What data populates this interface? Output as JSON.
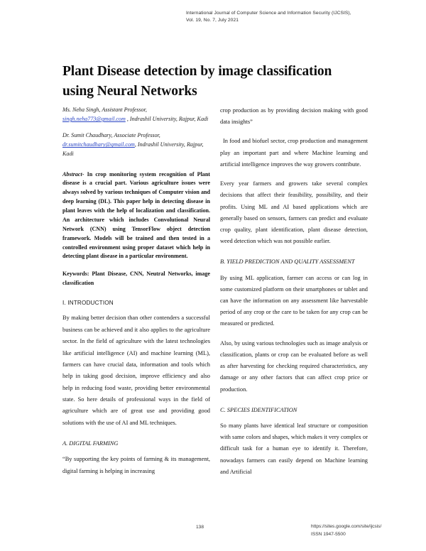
{
  "header": {
    "line1": "International Journal of Computer Science and Information Security (IJCSIS),",
    "line2": "Vol. 19, No. 7, July 2021"
  },
  "title": "Plant Disease detection by image classification using Neural Networks",
  "authors": {
    "author1": {
      "name_role": "Ms. Neha Singh, Assistant Professor,",
      "email": "singh.neha773@gmail.com",
      "affiliation_tail": " , Indrashil University, Rajpur, Kadi"
    },
    "author2": {
      "name_role": "Dr. Sumit Chaudhary, Associate Professor,",
      "email": "dr.sumitchaudhary@gmail.com",
      "affiliation_tail": ", Indrashil University, Rajpur, Kadi"
    }
  },
  "abstract": {
    "label": "Abstract",
    "dash": "- ",
    "text": "In crop monitoring system recognition of Plant disease is a crucial part. Various agriculture issues were always solved by various techniques of Computer vision and deep learning (DL). This paper help in detecting disease in plant leaves with the help of localization and classification. An architecture which includes Convolutional Neural Network (CNN) using TensorFlow object detection framework. Models will be trained and then tested in a controlled environment using proper dataset which help in detecting plant disease in a particular environment."
  },
  "keywords": {
    "text": "Keywords: Plant Disease, CNN, Neutral Networks, image classification"
  },
  "sections": {
    "introduction": {
      "heading": "I. INTRODUCTION",
      "paragraphs": [
        "By making better decision than other contenders a successful business can be achieved and it also applies to the agriculture sector. In the field of agriculture with the latest technologies like artificial intelligence (AI) and machine learning (ML), farmers can have crucial data, information and tools which help in taking good decision, improve efficiency and also help in reducing food waste, providing better environmental state. So here details of professional ways in the field of agriculture which are of great use and providing good solutions with the use of AI and ML techniques."
      ]
    },
    "digital_farming": {
      "heading": "A. DIGITAL FARMING",
      "paragraphs": [
        "“By supporting the key points of farming & its management, digital farming is helping in increasing",
        "crop production as by providing decision making with good data insights”",
        " In food and biofuel sector, crop production and management play an important part and where Machine learning and artificial intelligence improves the way growers contribute.",
        "Every year farmers and growers take several complex decisions that affect their feasibility, possibility, and their profits. Using ML and AI based applications which are generally based on sensors, farmers can predict and evaluate crop quality, plant identification, plant disease detection, weed detection which was not possible earlier."
      ]
    },
    "yield_prediction": {
      "heading": "B.  YIELD PREDICTION AND QUALITY ASSESSMENT",
      "paragraphs": [
        "By using ML application, farmer can access or can log in some customized platform on their smartphones or tablet and can have the information on any assessment like harvestable period of any crop or the care to be taken for any crop can be measured or predicted.",
        "Also, by using various technologies such as image analysis or classification, plants or crop can be evaluated before as well as after harvesting for checking required characteristics, any damage or any other factors that can affect crop price or production."
      ]
    },
    "species_identification": {
      "heading": "C. SPECIES IDENTIFICATION",
      "paragraphs": [
        "So many plants have identical leaf structure or composition with same colors and shapes, which makes it very complex or difficult task for a human eye to identify it. Therefore, nowadays farmers can easily depend on Machine learning and Artificial"
      ]
    }
  },
  "footer": {
    "page_number": "138",
    "url": "https://sites.google.com/site/ijcsis/",
    "issn": "ISSN 1947-5500"
  },
  "colors": {
    "link": "#2a45c4",
    "text": "#141414",
    "page_bg": "#ffffff"
  }
}
